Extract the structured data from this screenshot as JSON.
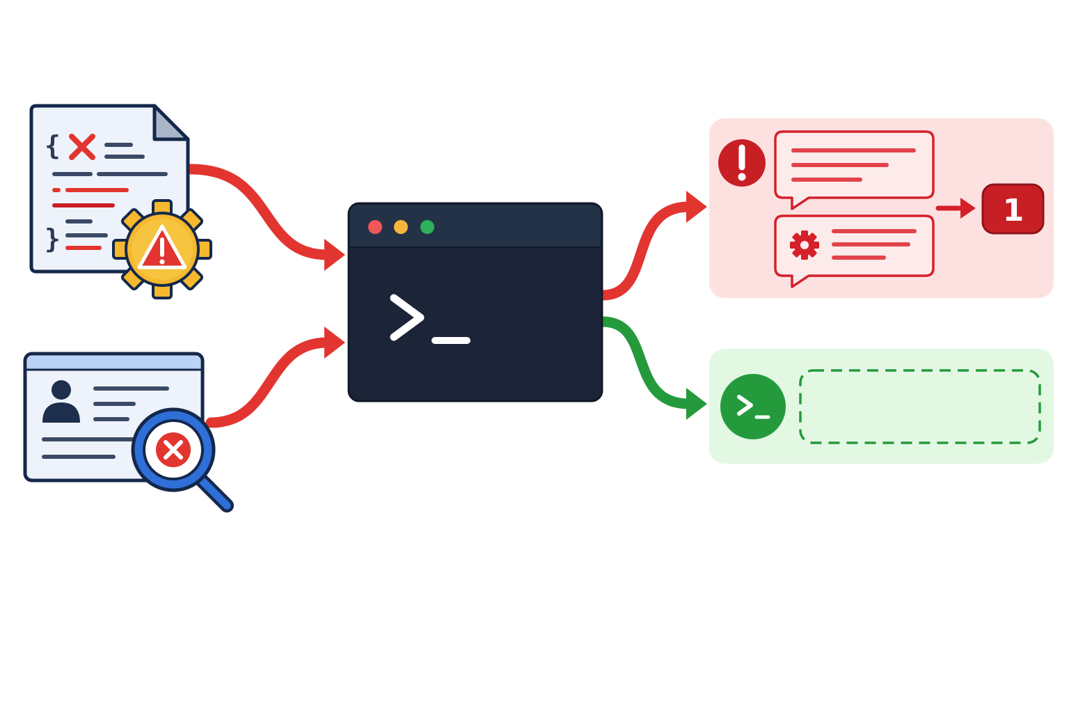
{
  "terminal": {
    "prompt": ">_",
    "controls": [
      "close-dot",
      "minimize-dot",
      "maximize-dot"
    ]
  },
  "inputs": [
    {
      "name": "invalid-config-file",
      "icons": [
        "document-icon",
        "error-x-icon",
        "warning-gear-icon"
      ]
    },
    {
      "name": "profile-not-found",
      "icons": [
        "profile-card-icon",
        "magnifier-error-icon"
      ]
    }
  ],
  "outputs": {
    "error": {
      "icons": [
        "exclamation-icon",
        "message-bubble-icon",
        "gear-icon"
      ],
      "exit_code": "1"
    },
    "success": {
      "icons": [
        "terminal-prompt-icon"
      ],
      "prompt": ">_",
      "output": ""
    }
  },
  "colors": {
    "error": "#e2352f",
    "error_dark": "#c81f25",
    "error_bg": "#fde1e1",
    "success": "#249a3c",
    "success_bg": "#e3f8e3",
    "terminal_bg": "#1b2537",
    "navy": "#14284b",
    "warning": "#f5b82e",
    "info_blue": "#2f6fd8"
  }
}
